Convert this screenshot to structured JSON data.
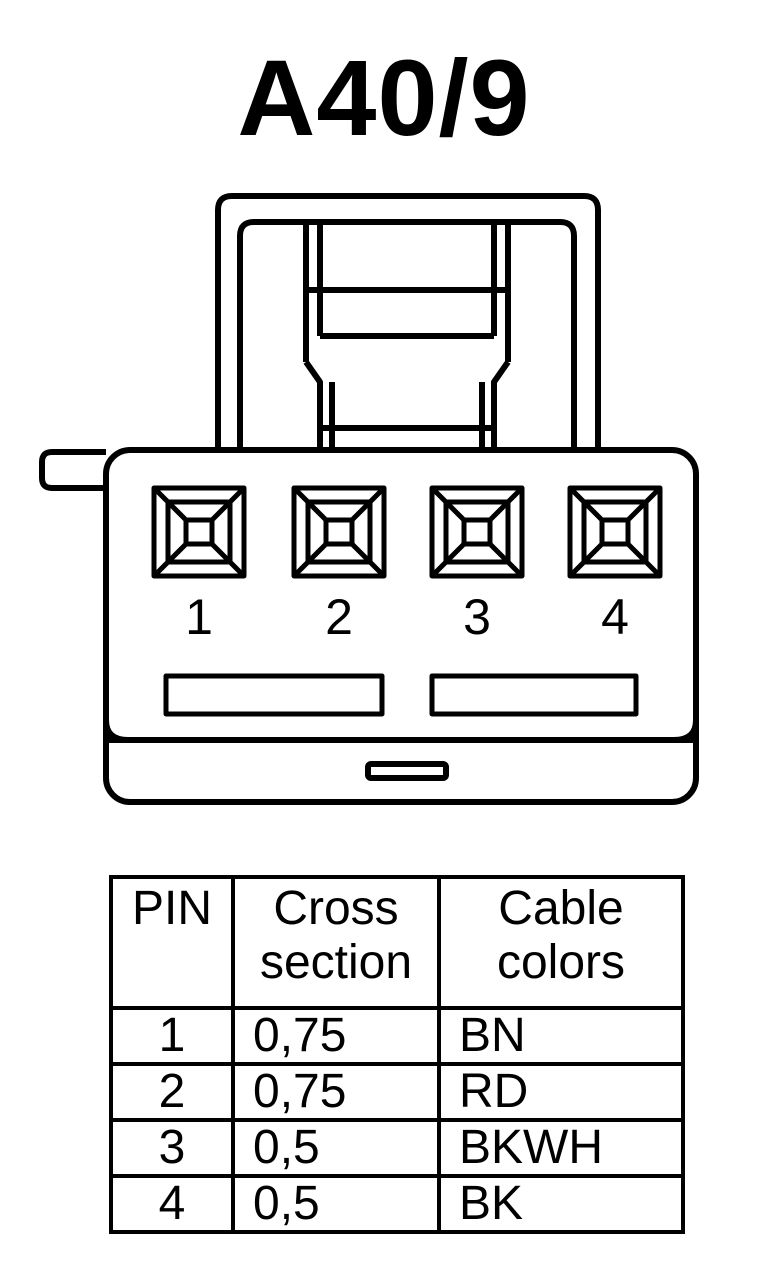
{
  "title": "A40/9",
  "connector": {
    "pins": [
      {
        "label": "1"
      },
      {
        "label": "2"
      },
      {
        "label": "3"
      },
      {
        "label": "4"
      }
    ]
  },
  "table": {
    "headers": {
      "pin": "PIN",
      "cross_line1": "Cross",
      "cross_line2": "section",
      "color_line1": "Cable",
      "color_line2": "colors"
    },
    "rows": [
      {
        "pin": "1",
        "cross_section": "0,75",
        "cable_color": "BN"
      },
      {
        "pin": "2",
        "cross_section": "0,75",
        "cable_color": "RD"
      },
      {
        "pin": "3",
        "cross_section": "0,5",
        "cable_color": "BKWH"
      },
      {
        "pin": "4",
        "cross_section": "0,5",
        "cable_color": "BK"
      }
    ]
  }
}
